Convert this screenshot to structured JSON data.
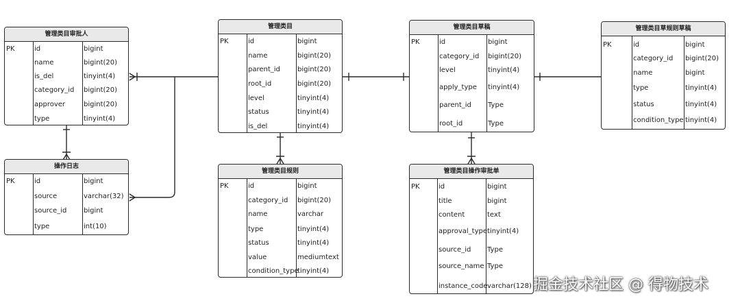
{
  "tables": [
    {
      "id": "approver",
      "title": "管理类目审批人",
      "pk": "PK",
      "rows": [
        {
          "name": "id",
          "type": "bigint"
        },
        {
          "name": "name",
          "type": "bigint(20)"
        },
        {
          "name": "is_del",
          "type": "tinyint(4)"
        },
        {
          "name": "category_id",
          "type": "bigint(20)"
        },
        {
          "name": "approver",
          "type": "bigint(20)"
        },
        {
          "name": "type",
          "type": "tinyint(4)"
        }
      ]
    },
    {
      "id": "oplog",
      "title": "操作日志",
      "pk": "PK",
      "rows": [
        {
          "name": "id",
          "type": "bigint"
        },
        {
          "name": "source",
          "type": "varchar(32)"
        },
        {
          "name": "source_id",
          "type": "bigint"
        },
        {
          "name": "type",
          "type": "int(10)"
        }
      ]
    },
    {
      "id": "category",
      "title": "管理类目",
      "pk": "PK",
      "rows": [
        {
          "name": "id",
          "type": "bigint"
        },
        {
          "name": "name",
          "type": "bigint(20)"
        },
        {
          "name": "parent_id",
          "type": "bigint(20)"
        },
        {
          "name": "root_id",
          "type": "bigint(20)"
        },
        {
          "name": "level",
          "type": "tinyint(4)"
        },
        {
          "name": "status",
          "type": "tinyint(4)"
        },
        {
          "name": "is_del",
          "type": "tinyint(4)"
        }
      ]
    },
    {
      "id": "rule",
      "title": "管理类目规则",
      "pk": "PK",
      "rows": [
        {
          "name": "id",
          "type": "bigint"
        },
        {
          "name": "category_id",
          "type": "bigint(20)"
        },
        {
          "name": "name",
          "type": "varchar"
        },
        {
          "name": "type",
          "type": "tinyint(4)"
        },
        {
          "name": "status",
          "type": "tinyint(4)"
        },
        {
          "name": "value",
          "type": "mediumtext"
        },
        {
          "name": "condition_type",
          "type": "tinyint(4)"
        }
      ]
    },
    {
      "id": "draft",
      "title": "管理类目草稿",
      "pk": "PK",
      "rows": [
        {
          "name": "id",
          "type": "bigint"
        },
        {
          "name": "category_id",
          "type": "bigint(20)"
        },
        {
          "name": "level",
          "type": "tinyint(4)"
        },
        {
          "name": "apply_type",
          "type": "tinyint(4)"
        },
        {
          "name": "parent_id",
          "type": "Type"
        },
        {
          "name": "root_id",
          "type": "Type"
        }
      ]
    },
    {
      "id": "ruledraft",
      "title": "管理类目草规则草稿",
      "pk": "PK",
      "rows": [
        {
          "name": "id",
          "type": "bigint"
        },
        {
          "name": "category_id",
          "type": "bigint(20)"
        },
        {
          "name": "name",
          "type": "bigint"
        },
        {
          "name": "type",
          "type": "tinyint(4)"
        },
        {
          "name": "status",
          "type": "tinyint(4)"
        },
        {
          "name": "condition_type",
          "type": "tinyint(4)"
        }
      ]
    },
    {
      "id": "approval",
      "title": "管理类目操作审批单",
      "pk": "PK",
      "rows": [
        {
          "name": "id",
          "type": "bigint"
        },
        {
          "name": "title",
          "type": "bigint"
        },
        {
          "name": "content",
          "type": "text"
        },
        {
          "name": "approval_type",
          "type": "tinyint(4)"
        },
        {
          "name": "source_id",
          "type": "Type"
        },
        {
          "name": "source_name",
          "type": "Type"
        },
        {
          "name": "instance_code",
          "type": "varchar(128)"
        }
      ]
    }
  ],
  "relationships": [
    {
      "from": "管理类目审批人",
      "to": "操作日志",
      "from_end": "one",
      "to_end": "many"
    },
    {
      "from": "管理类目",
      "to": "管理类目审批人",
      "from_end": "none",
      "to_end": "many"
    },
    {
      "from": "管理类目",
      "to": "操作日志",
      "from_end": "none",
      "to_end": "many"
    },
    {
      "from": "管理类目",
      "to": "管理类目规则",
      "from_end": "one",
      "to_end": "many"
    },
    {
      "from": "管理类目草稿",
      "to": "管理类目",
      "from_end": "one",
      "to_end": "one"
    },
    {
      "from": "管理类目草稿",
      "to": "管理类目草规则草稿",
      "from_end": "none",
      "to_end": "one"
    },
    {
      "from": "管理类目草稿",
      "to": "管理类目操作审批单",
      "from_end": "one",
      "to_end": "many"
    }
  ],
  "watermark": "掘金技术社区 @ 得物技术"
}
